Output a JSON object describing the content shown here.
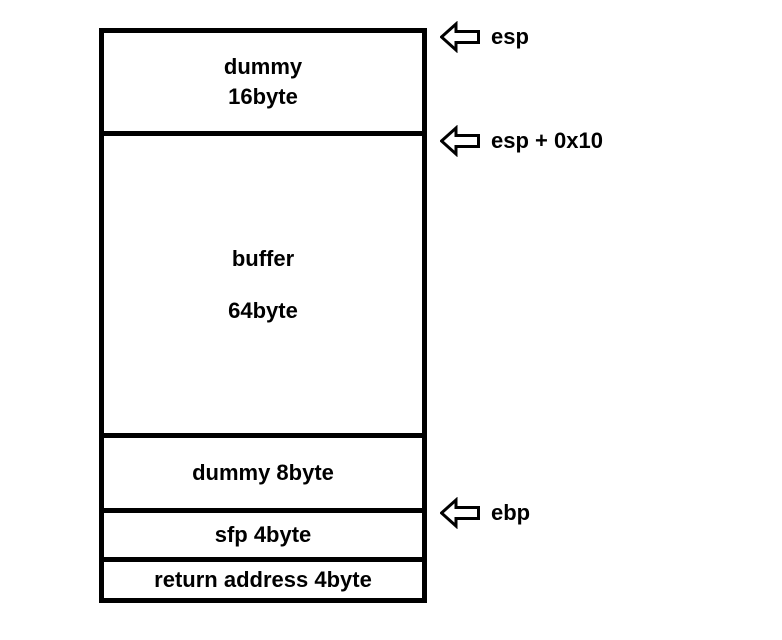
{
  "diagram": {
    "title": "stack layout diagram",
    "colors": {
      "background": "#ffffff",
      "stroke": "#000000",
      "fill": "#ffffff",
      "text": "#000000"
    },
    "stack_cells": [
      {
        "name": "dummy-16byte",
        "lines": [
          "dummy",
          "16byte"
        ]
      },
      {
        "name": "buffer-64byte",
        "lines": [
          "buffer",
          "64byte"
        ]
      },
      {
        "name": "dummy-8byte",
        "lines": [
          "dummy 8byte"
        ]
      },
      {
        "name": "sfp-4byte",
        "lines": [
          "sfp 4byte"
        ]
      },
      {
        "name": "return-address-4byte",
        "lines": [
          "return address 4byte"
        ]
      }
    ],
    "pointers": [
      {
        "name": "esp",
        "icon": "left-arrow-icon",
        "label": "esp",
        "points_to": "top-of-stack"
      },
      {
        "name": "esp-plus-0x10",
        "icon": "left-arrow-icon",
        "label": "esp + 0x10",
        "points_to": "dummy-16byte-bottom"
      },
      {
        "name": "ebp",
        "icon": "left-arrow-icon",
        "label": "ebp",
        "points_to": "sfp-top"
      }
    ]
  }
}
